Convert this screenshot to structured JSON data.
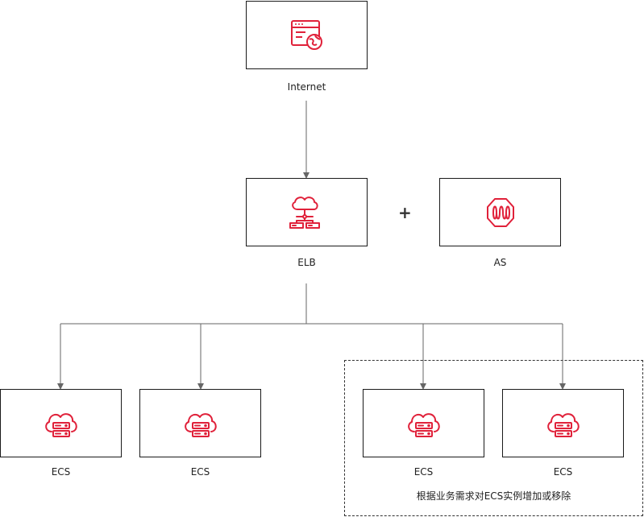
{
  "nodes": {
    "internet": {
      "label": "Internet",
      "icon": "browser-globe-icon"
    },
    "elb": {
      "label": "ELB",
      "icon": "cloud-network-icon"
    },
    "as": {
      "label": "AS",
      "icon": "auto-scaling-icon"
    },
    "ecs_1": {
      "label": "ECS",
      "icon": "cloud-server-icon"
    },
    "ecs_2": {
      "label": "ECS",
      "icon": "cloud-server-icon"
    },
    "ecs_3": {
      "label": "ECS",
      "icon": "cloud-server-icon"
    },
    "ecs_4": {
      "label": "ECS",
      "icon": "cloud-server-icon"
    }
  },
  "plus_sign": "+",
  "scaling_region": {
    "caption": "根据业务需求对ECS实例增加或移除"
  },
  "colors": {
    "icon": "#e0213a",
    "border": "#1a1a1a",
    "connector": "#666666",
    "text": "#222222"
  }
}
